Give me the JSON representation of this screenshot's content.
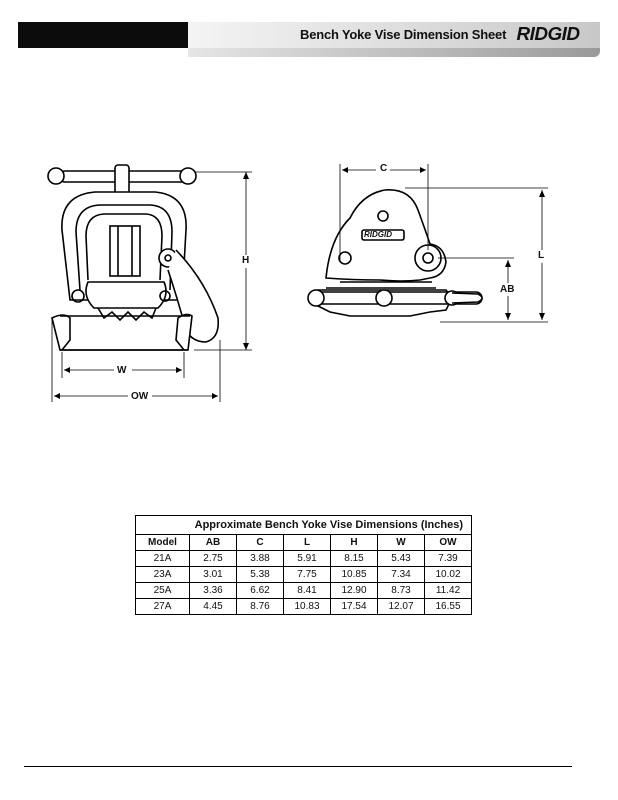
{
  "header": {
    "title": "Bench Yoke Vise Dimension Sheet",
    "logo": "RIDGID"
  },
  "front_view": {
    "labels": {
      "h": "H",
      "w": "W",
      "ow": "OW"
    }
  },
  "side_view": {
    "labels": {
      "c": "C",
      "l": "L",
      "ab": "AB"
    },
    "plate_text": "RIDGID"
  },
  "table": {
    "caption": "Approximate Bench Yoke Vise Dimensions (Inches)",
    "columns": [
      "Model",
      "AB",
      "C",
      "L",
      "H",
      "W",
      "OW"
    ],
    "rows": [
      [
        "21A",
        "2.75",
        "3.88",
        "5.91",
        "8.15",
        "5.43",
        "7.39"
      ],
      [
        "23A",
        "3.01",
        "5.38",
        "7.75",
        "10.85",
        "7.34",
        "10.02"
      ],
      [
        "25A",
        "3.36",
        "6.62",
        "8.41",
        "12.90",
        "8.73",
        "11.42"
      ],
      [
        "27A",
        "4.45",
        "8.76",
        "10.83",
        "17.54",
        "12.07",
        "16.55"
      ]
    ]
  }
}
